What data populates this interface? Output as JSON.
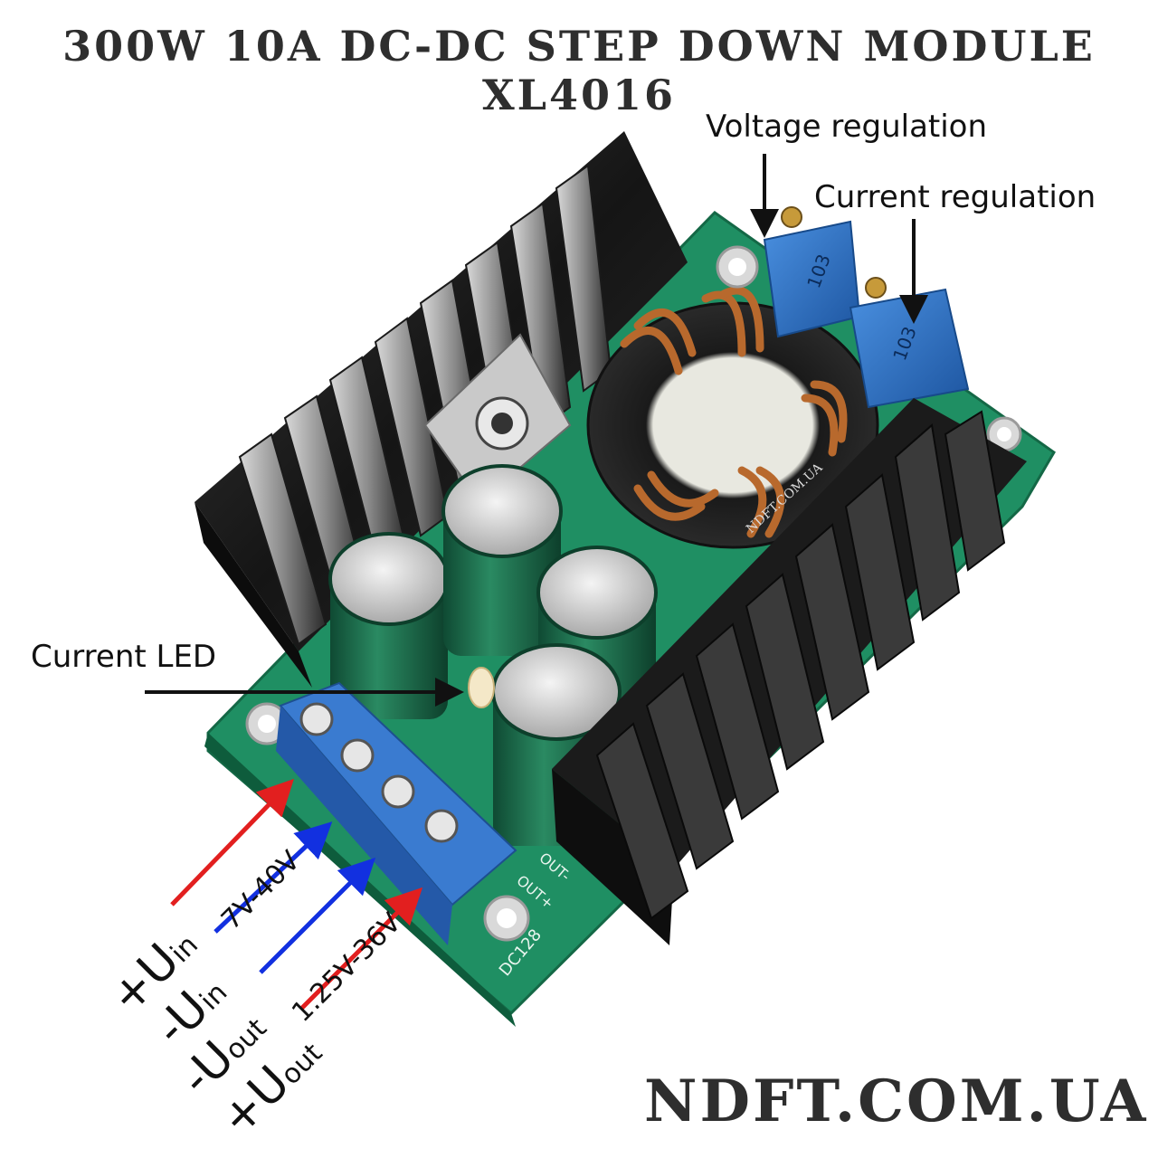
{
  "title": "300W 10A DC-DC STEP DOWN MODULE XL4016",
  "brand": "NDFT.COM.UA",
  "annotations": {
    "voltage_regulation": "Voltage regulation",
    "current_regulation": "Current regulation",
    "current_led": "Current LED"
  },
  "pins": {
    "plus_uin": {
      "sign": "+U",
      "sub": "in"
    },
    "minus_uin": {
      "sign": "-U",
      "sub": "in"
    },
    "minus_uout": {
      "sign": "-U",
      "sub": "out"
    },
    "plus_uout": {
      "sign": "+U",
      "sub": "out"
    }
  },
  "ranges": {
    "input": "7V-40V",
    "output": "1.25V-36V"
  },
  "component_markings": {
    "trimpot_1": "103",
    "trimpot_2": "103",
    "pcb_label": "DC128",
    "out_plus": "OUT+",
    "out_minus": "OUT-",
    "watermark": "NDFT.COM.UA"
  },
  "colors": {
    "pcb_green": "#1f8f63",
    "heatsink_black": "#1b1b1b",
    "terminal_blue": "#2f6fc0",
    "capacitor_green": "#1e6b4e",
    "copper": "#b8692d",
    "trimpot_blue": "#3a7fd0",
    "arrow_red": "#e21f1f",
    "arrow_blue": "#1230e0",
    "arrow_black": "#111111"
  }
}
